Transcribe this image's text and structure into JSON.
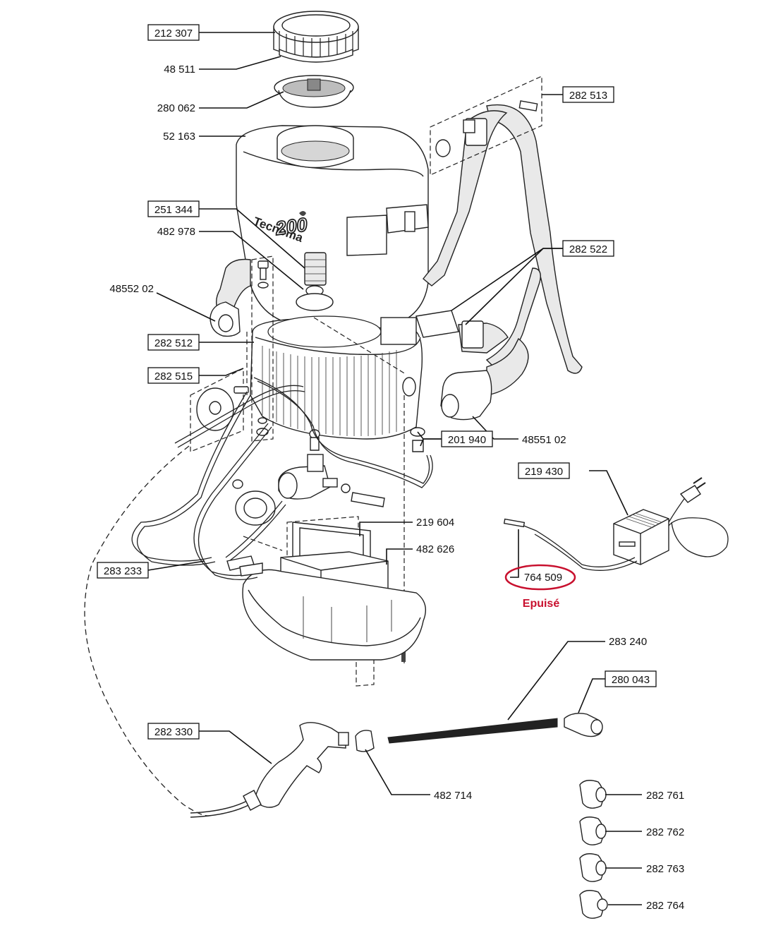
{
  "brand": {
    "logo_text": "Tecnoma",
    "model_text": "200"
  },
  "status": {
    "out_of_stock_text": "Epuisé",
    "highlight_color": "#c8102e"
  },
  "parts": [
    {
      "id": "p212307",
      "number": "212 307",
      "boxed": true
    },
    {
      "id": "p48511",
      "number": "48 511",
      "boxed": false
    },
    {
      "id": "p280062",
      "number": "280 062",
      "boxed": false
    },
    {
      "id": "p52163",
      "number": "52 163",
      "boxed": false
    },
    {
      "id": "p251344",
      "number": "251 344",
      "boxed": true
    },
    {
      "id": "p482978",
      "number": "482 978",
      "boxed": false
    },
    {
      "id": "p4855202",
      "number": "48552 02",
      "boxed": false
    },
    {
      "id": "p282512",
      "number": "282 512",
      "boxed": true
    },
    {
      "id": "p282515",
      "number": "282 515",
      "boxed": true
    },
    {
      "id": "p282513",
      "number": "282 513",
      "boxed": true
    },
    {
      "id": "p282522",
      "number": "282 522",
      "boxed": true
    },
    {
      "id": "p201940",
      "number": "201 940",
      "boxed": true
    },
    {
      "id": "p4855102",
      "number": "48551 02",
      "boxed": false
    },
    {
      "id": "p219430",
      "number": "219 430",
      "boxed": true
    },
    {
      "id": "p219604",
      "number": "219 604",
      "boxed": false
    },
    {
      "id": "p482626",
      "number": "482 626",
      "boxed": false
    },
    {
      "id": "p283233",
      "number": "283 233",
      "boxed": true
    },
    {
      "id": "p764509",
      "number": "764 509",
      "boxed": false,
      "highlighted": true
    },
    {
      "id": "p283240",
      "number": "283 240",
      "boxed": false
    },
    {
      "id": "p280043",
      "number": "280 043",
      "boxed": true
    },
    {
      "id": "p282330",
      "number": "282 330",
      "boxed": true
    },
    {
      "id": "p482714",
      "number": "482 714",
      "boxed": false
    },
    {
      "id": "p282761",
      "number": "282 761",
      "boxed": false
    },
    {
      "id": "p282762",
      "number": "282 762",
      "boxed": false
    },
    {
      "id": "p282763",
      "number": "282 763",
      "boxed": false
    },
    {
      "id": "p282764",
      "number": "282 764",
      "boxed": false
    }
  ]
}
